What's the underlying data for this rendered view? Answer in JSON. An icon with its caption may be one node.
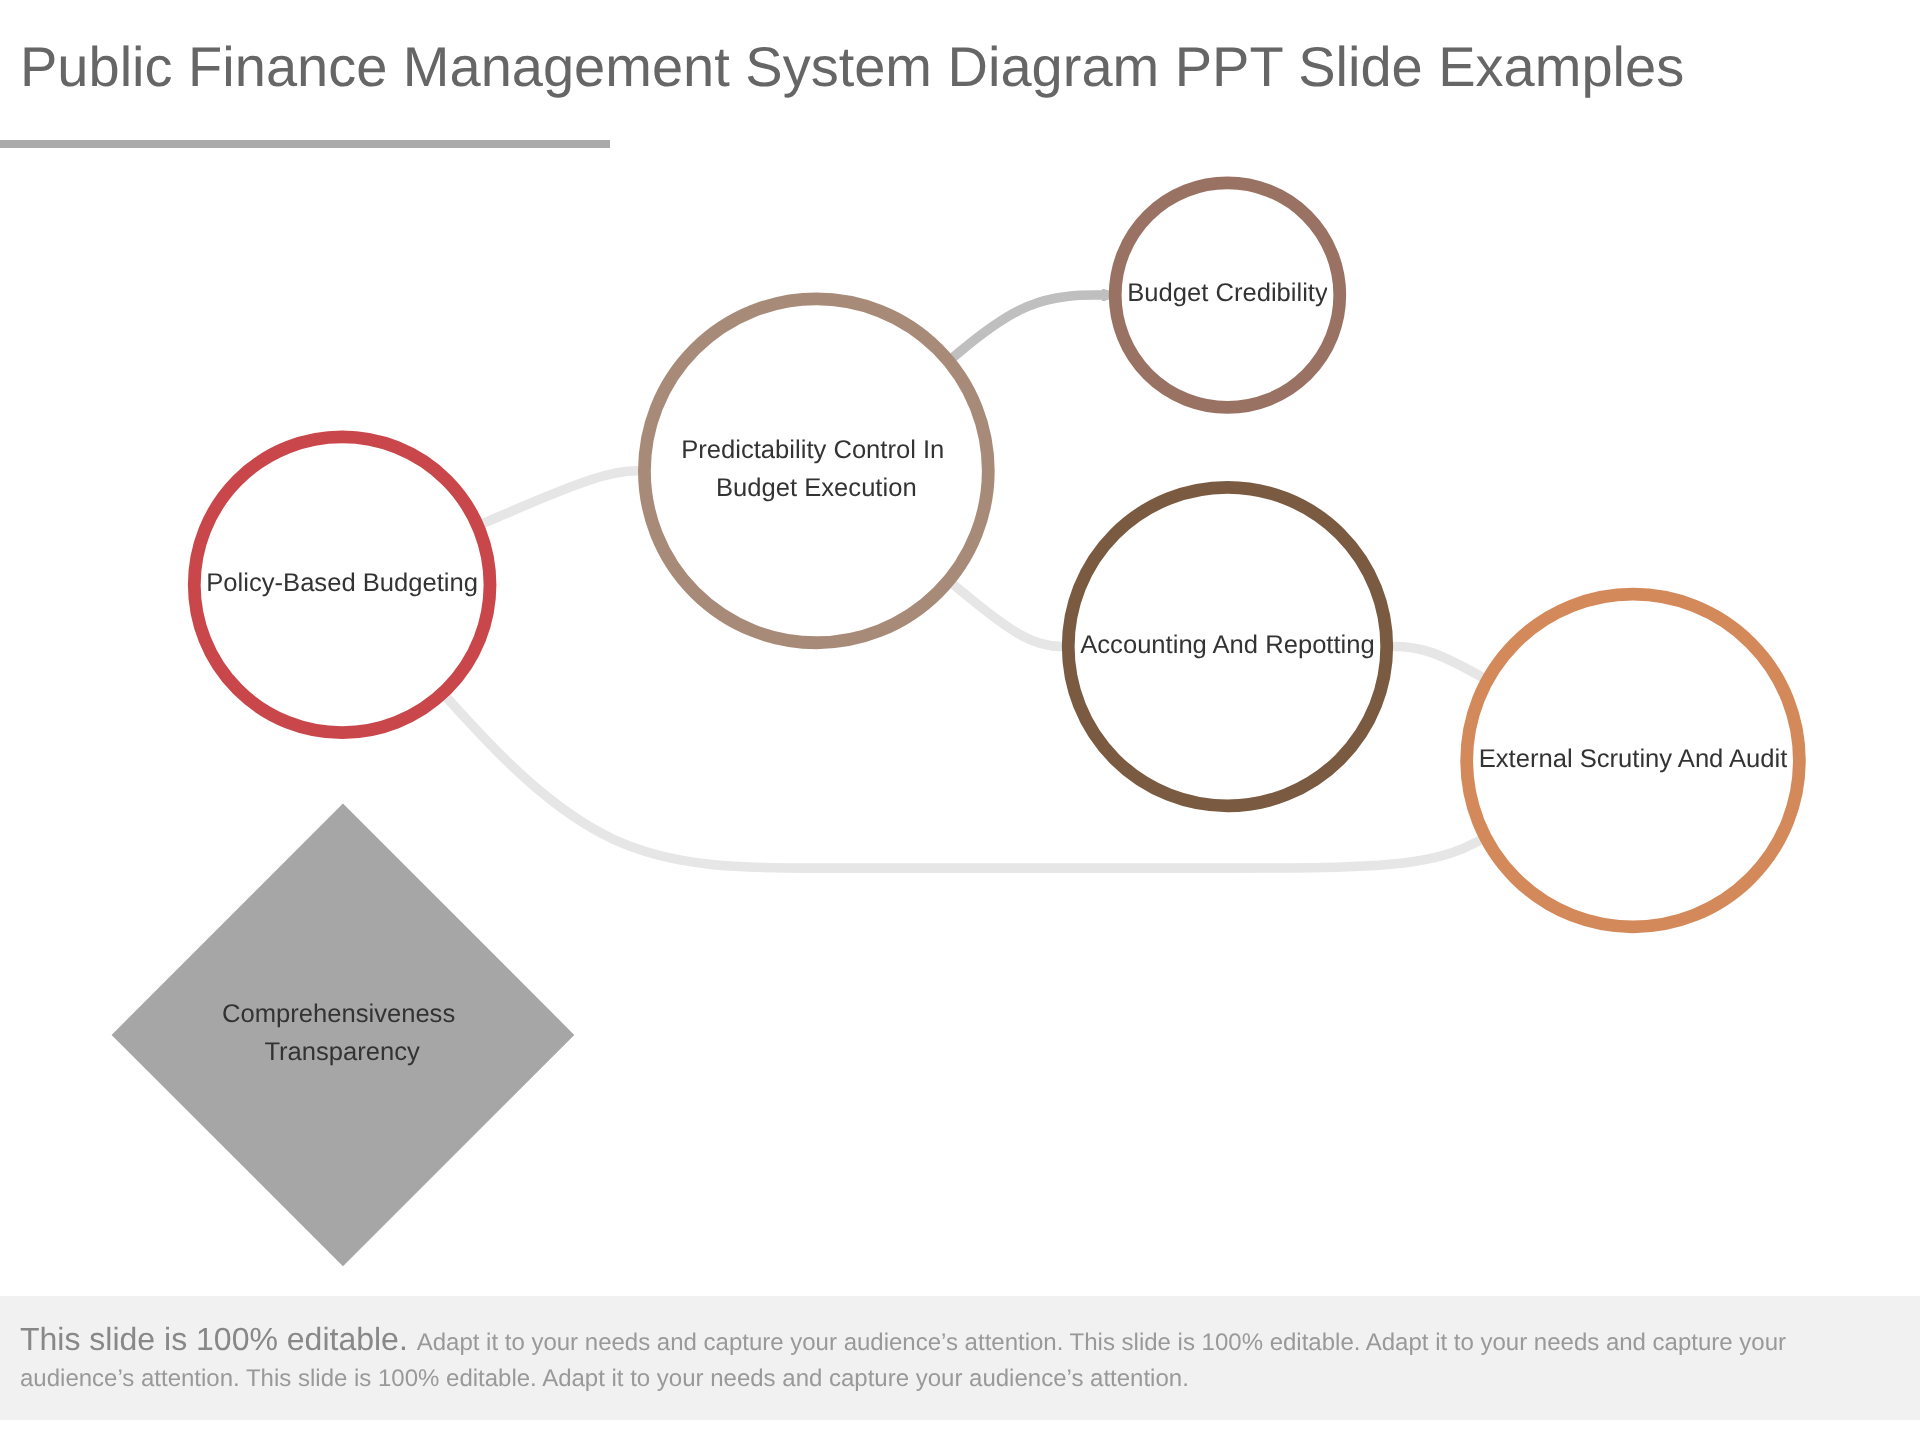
{
  "diagram": {
    "title": "Public Finance Management System Diagram PPT Slide Examples",
    "nodes": [
      {
        "text": [
          "Policy-Based Budgeting"
        ]
      },
      {
        "text": [
          "External Scrutiny And Audit"
        ]
      },
      {
        "text": [
          "Comprehensiveness Transparency"
        ]
      },
      {
        "text": [
          "Predictability Control In Budget Execution"
        ]
      },
      {
        "text": [
          "Budget Credibility"
        ]
      },
      {
        "text": [
          "Accounting And Repotting"
        ]
      }
    ],
    "edges": [
      {
        "from": 0,
        "to": 3,
        "arrow": "none"
      },
      {
        "from": 3,
        "to": 5,
        "arrow": "none"
      },
      {
        "from": 5,
        "to": 1,
        "arrow": "none"
      },
      {
        "from": 1,
        "to": 0,
        "arrow": "none"
      },
      {
        "from": 3,
        "to": 4,
        "arrow": "to",
        "color": "#bfbfbf"
      }
    ],
    "labels": [
      "This slide is 100% editable.",
      "Adapt it to your needs and capture your audience’s attention. This slide is 100% editable. Adapt it to your needs and capture your audience’s attention. This slide is 100% editable. Adapt it to your needs and capture your audience’s attention."
    ]
  }
}
